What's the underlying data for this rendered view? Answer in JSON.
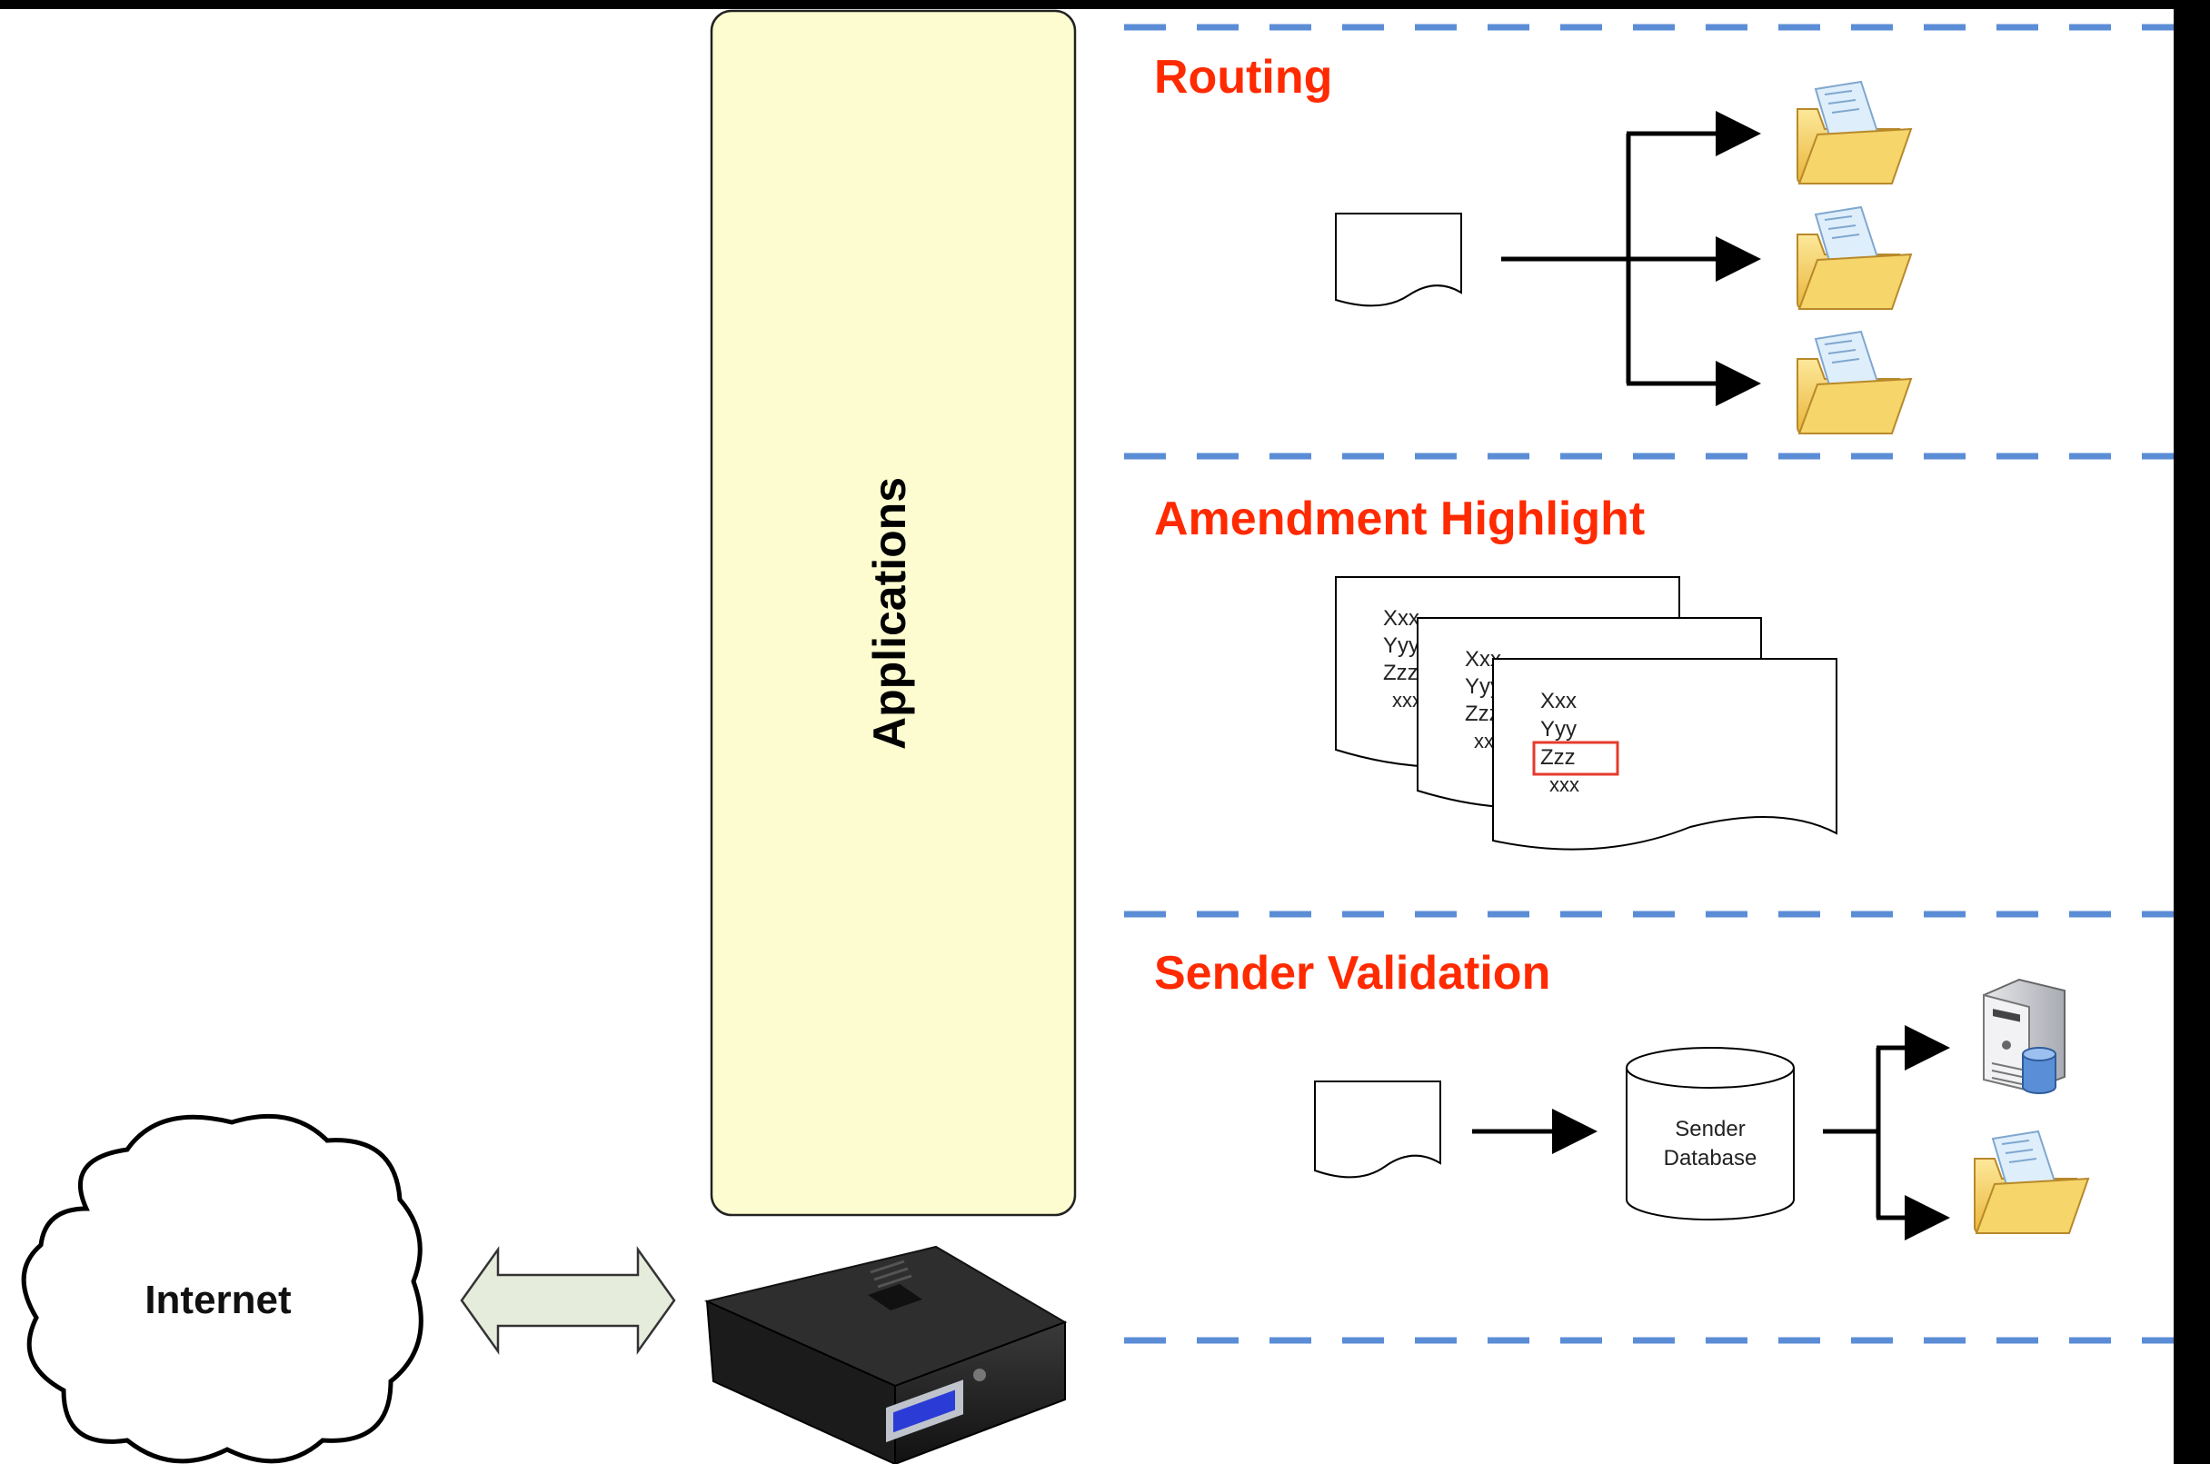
{
  "colors": {
    "background": "#ffffff",
    "frame": "#000000",
    "section_title": "#ff2a00",
    "dashed_separator": "#5b8dd6",
    "applications_fill": "#fdfcd0",
    "highlight_box": "#e53b2c",
    "folder": "#f2c94c"
  },
  "applications": {
    "label": "Applications"
  },
  "internet": {
    "label": "Internet"
  },
  "routing": {
    "title": "Routing",
    "icons": [
      "document-icon",
      "folder-icon",
      "folder-icon",
      "folder-icon"
    ]
  },
  "amendment": {
    "title": "Amendment Highlight",
    "pages": [
      {
        "lines": [
          "Xxx",
          "Yyy",
          "Zzz",
          "xxx"
        ]
      },
      {
        "lines": [
          "Xxx",
          "Yyy",
          "Zzz",
          "xxx"
        ]
      },
      {
        "lines": [
          "Xxx",
          "Yyy",
          "Zzz",
          "xxx"
        ]
      }
    ],
    "highlighted_line": "Zzz"
  },
  "sender": {
    "title": "Sender Validation",
    "database_line1": "Sender",
    "database_line2": "Database",
    "icons": [
      "document-icon",
      "database-icon",
      "server-icon",
      "folder-icon"
    ]
  }
}
